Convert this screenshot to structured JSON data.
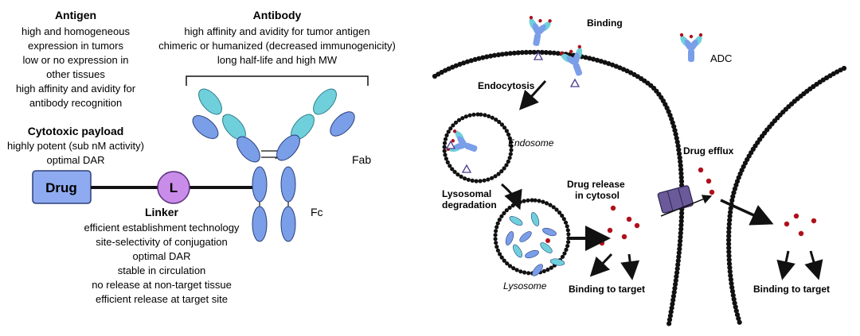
{
  "left": {
    "antigen": {
      "title": "Antigen",
      "lines": [
        "high and homogeneous",
        "expression in tumors",
        "low or no expression in",
        "other tissues",
        "high affinity and avidity for",
        "antibody recognition"
      ]
    },
    "antibody": {
      "title": "Antibody",
      "lines": [
        "high affinity and avidity for tumor antigen",
        "chimeric or humanized (decreased immunogenicity)",
        "long half-life and high MW"
      ]
    },
    "payload": {
      "title": "Cytotoxic payload",
      "lines": [
        "highly potent (sub nM activity)",
        "optimal DAR"
      ]
    },
    "drug_label": "Drug",
    "linker_symbol": "L",
    "fab_label": "Fab",
    "fc_label": "Fc",
    "linker": {
      "title": "Linker",
      "lines": [
        "efficient establishment technology",
        "site-selectivity of conjugation",
        "optimal DAR",
        "stable in circulation",
        "no release at non-target tissue",
        "efficient release at target site"
      ]
    },
    "colors": {
      "light_chain": "#6fd0dc",
      "heavy_chain": "#7a9ee8",
      "drug_box": "#8eaaf0",
      "linker_circle": "#c98ce8"
    }
  },
  "right": {
    "binding": "Binding",
    "adc": "ADC",
    "endocytosis": "Endocytosis",
    "endosome": "Endosome",
    "lysosomal": [
      "Lysosomal",
      "degradation"
    ],
    "lysosome": "Lysosome",
    "drug_release": [
      "Drug release",
      "in cytosol"
    ],
    "drug_efflux": "Drug efflux",
    "binding_target_1": "Binding to target",
    "binding_target_2": "Binding to target",
    "colors": {
      "membrane": "#111111",
      "payload_dot": "#b0101a",
      "pump": "#6b5a9a"
    }
  }
}
